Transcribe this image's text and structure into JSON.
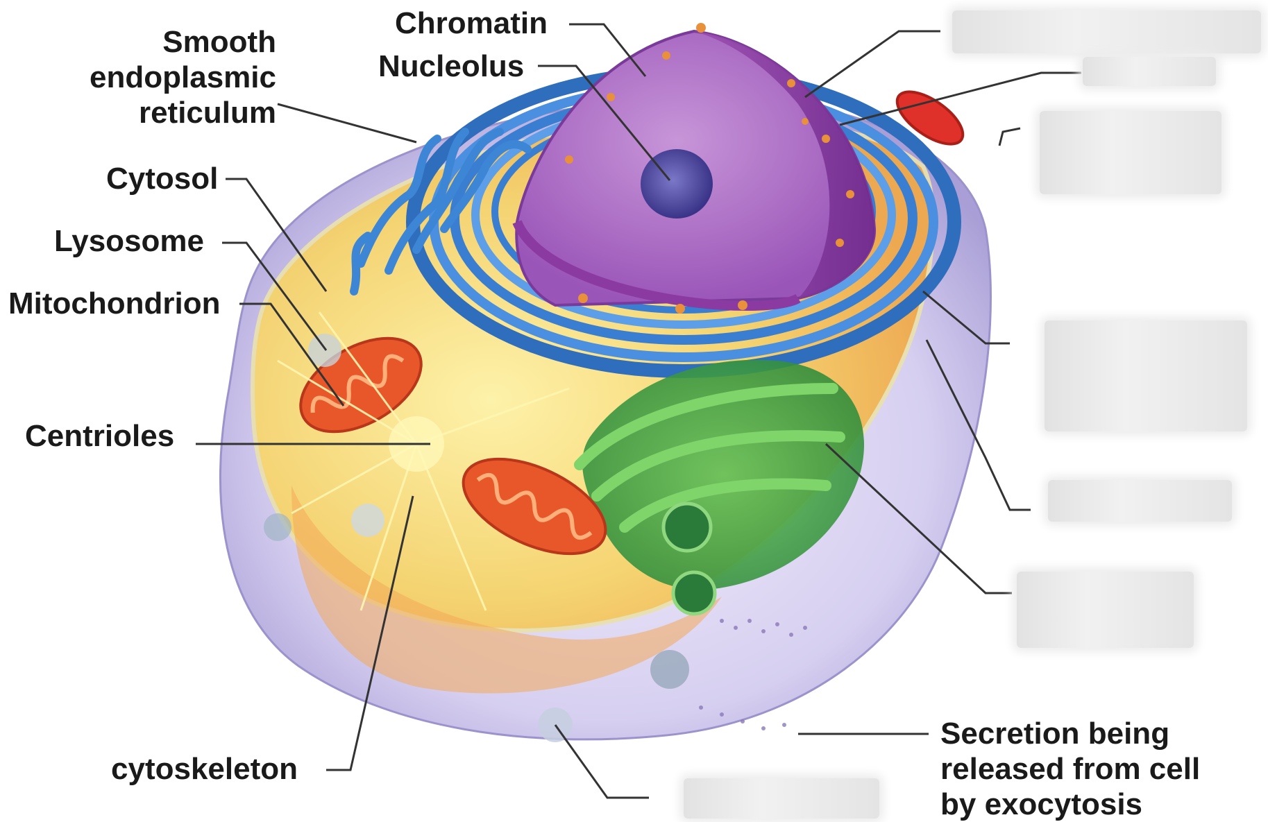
{
  "labels": {
    "chromatin": "Chromatin",
    "nucleolus": "Nucleolus",
    "smooth_er": [
      "Smooth",
      "endoplasmic",
      "reticulum"
    ],
    "cytosol": "Cytosol",
    "lysosome": "Lysosome",
    "mitochondrion": "Mitochondrion",
    "centrioles": "Centrioles",
    "cytoskeleton": "cytoskeleton",
    "secretion": [
      "Secretion being",
      "released from cell",
      "by exocytosis"
    ]
  },
  "hidden_labels": [
    {
      "id": "nuclear-envelope"
    },
    {
      "id": "nuclear-pore"
    },
    {
      "id": "top-right-organelle"
    },
    {
      "id": "rough-er"
    },
    {
      "id": "ribosomes"
    },
    {
      "id": "golgi-apparatus"
    },
    {
      "id": "vesicle"
    }
  ],
  "colors": {
    "membrane": "#c9c3e6",
    "cytosol": "#f6d36a",
    "nucleus": "#a35bbd",
    "er": "#3d7fd0",
    "golgi": "#4fb04a",
    "mitochondrion": "#e8572a"
  }
}
